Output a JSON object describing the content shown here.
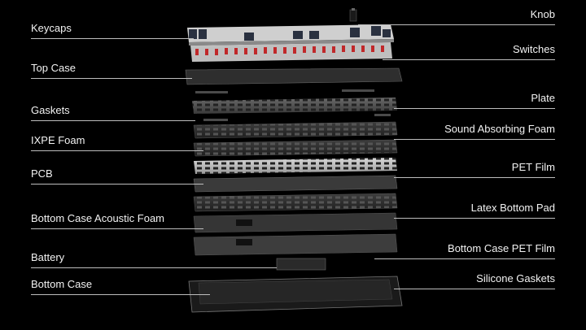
{
  "left_labels": [
    {
      "id": "keycaps",
      "text": "Keycaps"
    },
    {
      "id": "top-case",
      "text": "Top Case"
    },
    {
      "id": "gaskets",
      "text": "Gaskets"
    },
    {
      "id": "ixpe-foam",
      "text": "IXPE Foam"
    },
    {
      "id": "pcb",
      "text": "PCB"
    },
    {
      "id": "bottom-case-acoustic-foam",
      "text": "Bottom Case Acoustic Foam"
    },
    {
      "id": "battery",
      "text": "Battery"
    },
    {
      "id": "bottom-case",
      "text": "Bottom Case"
    }
  ],
  "right_labels": [
    {
      "id": "knob",
      "text": "Knob"
    },
    {
      "id": "switches",
      "text": "Switches"
    },
    {
      "id": "plate",
      "text": "Plate"
    },
    {
      "id": "sound-absorbing-foam",
      "text": "Sound Absorbing Foam"
    },
    {
      "id": "pet-film",
      "text": "PET Film"
    },
    {
      "id": "latex-bottom-pad",
      "text": "Latex Bottom Pad"
    },
    {
      "id": "bottom-case-pet-film",
      "text": "Bottom Case PET Film"
    },
    {
      "id": "silicone-gaskets",
      "text": "Silicone Gaskets"
    }
  ],
  "colors": {
    "background": "#000000",
    "text": "#f2f2f2",
    "leader_line": "#bdbdbd",
    "switch_stem": "#c0282a",
    "keycap_light": "#e6e6e6",
    "keycap_dark": "#2a3140"
  }
}
